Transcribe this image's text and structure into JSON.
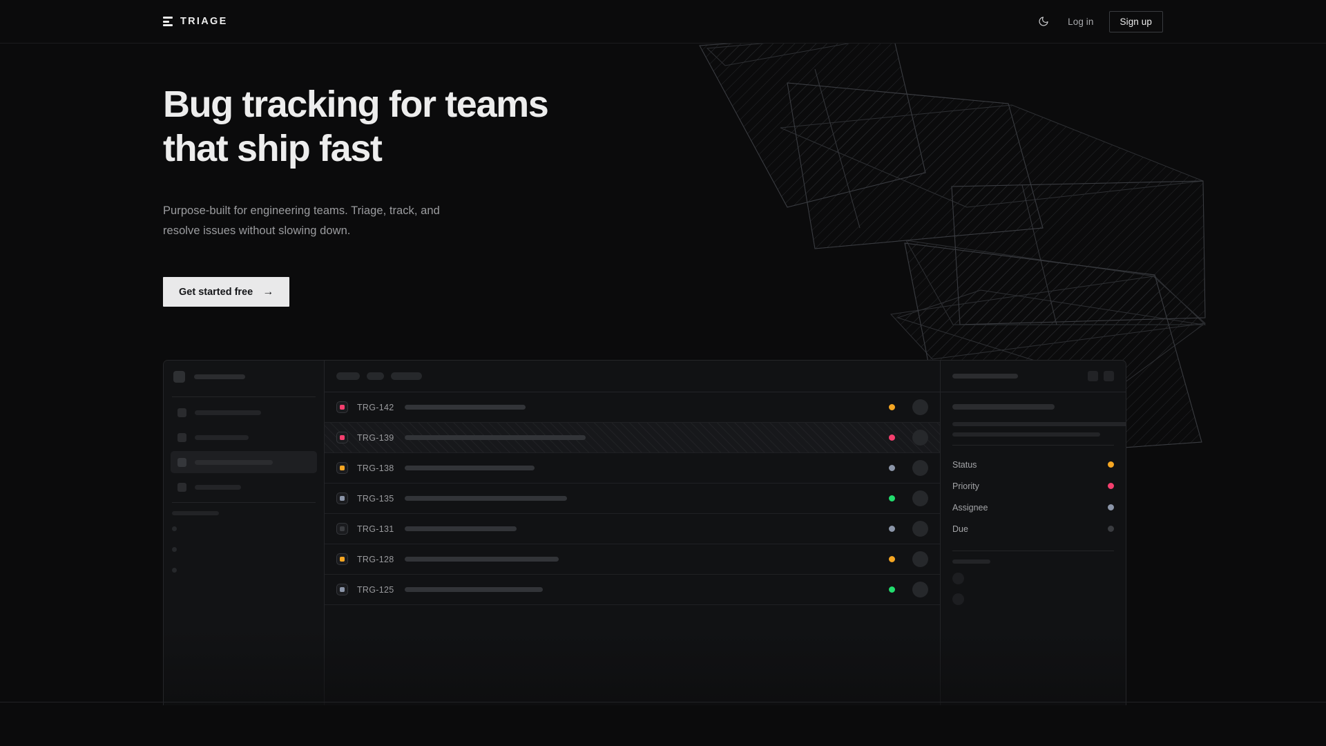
{
  "colors": {
    "page_bg": "#0b0b0c",
    "surface": "#121315",
    "border": "#252629",
    "text_primary": "#ededed",
    "text_muted": "#9b9c9f",
    "accent_cta_bg": "#e9e9ea",
    "status_pink": "#f43f6e",
    "status_orange": "#f5a623",
    "status_slate": "#8b95a8",
    "status_green": "#22dd6e",
    "status_muted": "#3a3c40"
  },
  "nav": {
    "brand_name": "TRIAGE",
    "brand_mark_icon": "three-bars-logo-icon",
    "theme_toggle_icon": "moon-icon",
    "login_label": "Log in",
    "signup_label": "Sign up"
  },
  "hero": {
    "headline_line1": "Bug tracking for teams",
    "headline_line2": "that ship fast",
    "subhead_line1": "Purpose-built for engineering teams. Triage, track, and",
    "subhead_line2": "resolve issues without slowing down.",
    "cta_label": "Get started free",
    "cta_arrow_icon": "arrow-right-icon"
  },
  "mockup": {
    "sidebar": {
      "workspace_skeleton_width": 74,
      "nav_items": [
        {
          "label_width": 96,
          "active": false
        },
        {
          "label_width": 78,
          "active": false
        },
        {
          "label_width": 113,
          "active": true
        },
        {
          "label_width": 67,
          "active": false
        }
      ],
      "section_label_width": 68,
      "mini_items": 3
    },
    "list": {
      "toolbar_pills": [
        34,
        25,
        45
      ],
      "rows": [
        {
          "id": "TRG-142",
          "priority_color": "#f43f6e",
          "title_width": 175,
          "status_color": "#f5a623",
          "selected": false
        },
        {
          "id": "TRG-139",
          "priority_color": "#f43f6e",
          "title_width": 262,
          "status_color": "#f43f6e",
          "selected": true
        },
        {
          "id": "TRG-138",
          "priority_color": "#f5a623",
          "title_width": 188,
          "status_color": "#8b95a8",
          "selected": false
        },
        {
          "id": "TRG-135",
          "priority_color": "#8b95a8",
          "title_width": 235,
          "status_color": "#22dd6e",
          "selected": false
        },
        {
          "id": "TRG-131",
          "priority_color": "#3a3c40",
          "title_width": 162,
          "status_color": "#8b95a8",
          "selected": false
        },
        {
          "id": "TRG-128",
          "priority_color": "#f5a623",
          "title_width": 223,
          "status_color": "#f5a623",
          "selected": false
        },
        {
          "id": "TRG-125",
          "priority_color": "#8b95a8",
          "title_width": 200,
          "status_color": "#22dd6e",
          "selected": false
        }
      ]
    },
    "detail": {
      "header_skeleton_width": 95,
      "header_buttons": 2,
      "title_skeleton_width": 148,
      "desc_line1_width": 288,
      "desc_line2_width": 214,
      "meta": [
        {
          "label": "Status",
          "dot_color": "#f5a623"
        },
        {
          "label": "Priority",
          "dot_color": "#f43f6e"
        },
        {
          "label": "Assignee",
          "dot_color": "#8b95a8"
        },
        {
          "label": "Due",
          "dot_color": "#3a3c40"
        }
      ],
      "comments_label_width": 55,
      "comment_avatars": 2
    }
  }
}
